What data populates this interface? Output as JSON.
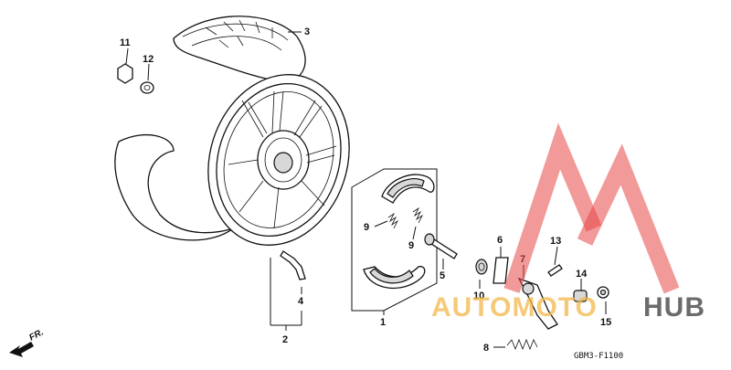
{
  "diagram_code": "GBM3-F1100",
  "direction_label": "FR.",
  "watermark": {
    "part1": "AUTOMOTO",
    "part2": "HUB"
  },
  "callouts": [
    "1",
    "2",
    "3",
    "4",
    "5",
    "6",
    "7",
    "8",
    "9",
    "9",
    "10",
    "11",
    "12",
    "13",
    "14",
    "15"
  ]
}
